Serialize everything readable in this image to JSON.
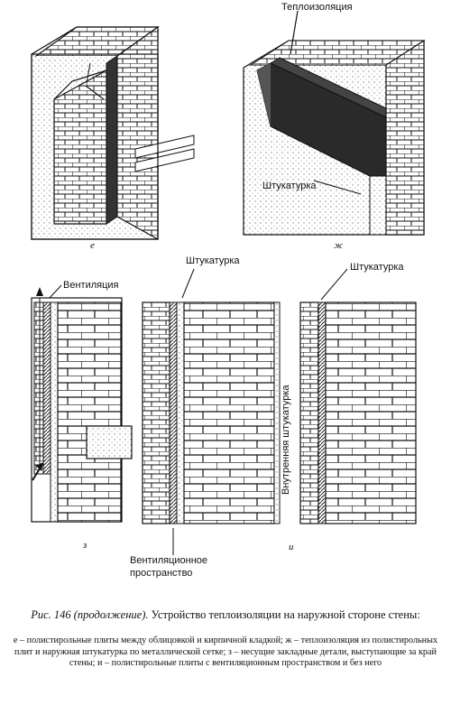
{
  "labels": {
    "insulation": "Теплоизоляция",
    "plaster_zh": "Штукатурка",
    "ventilation": "Вентиляция",
    "plaster_i_middle": "Штукатурка",
    "plaster_i_right": "Штукатурка",
    "inner_plaster": "Внутренняя штукатурка",
    "vent_space_line1": "Вентиляционное",
    "vent_space_line2": "пространство"
  },
  "letters": {
    "e": "е",
    "zh": "ж",
    "z": "з",
    "i": "и"
  },
  "caption": {
    "head": "Рис. 146 (продолжение).",
    "title": "Устройство теплоизоляции на наружной стороне стены:",
    "legend": "е – полистирольные плиты между облицовкой и кирпичной кладкой; ж – теплоизоляция из полистирольных плит и наружная штукатурка по металлической сетке; з – несущие закладные детали, выступающие за край стены; и – полистирольные плиты с вентиляционным пространством и без него"
  },
  "colors": {
    "ink": "#111111",
    "paper": "#ffffff",
    "stipple": "#9a9a9a",
    "insulation": "#2a2a2a"
  }
}
